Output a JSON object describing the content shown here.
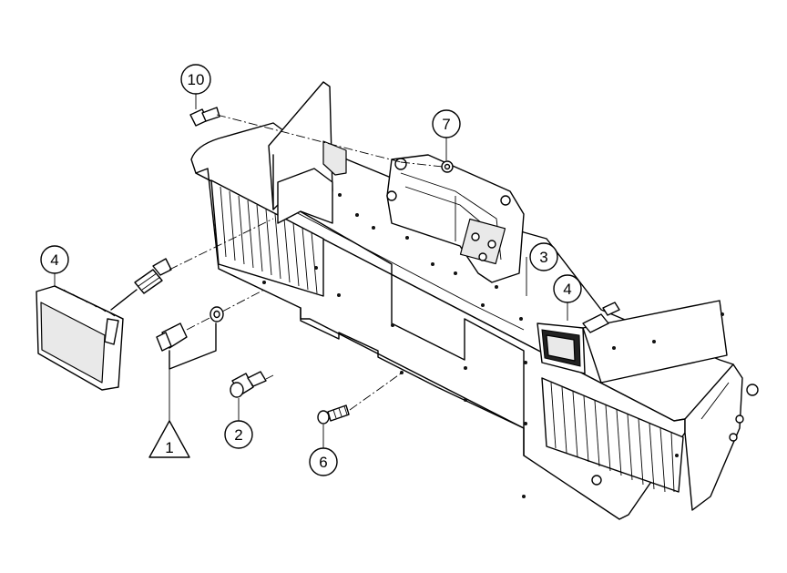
{
  "callouts": {
    "c10": "10",
    "c7": "7",
    "c3": "3",
    "c4_left": "4",
    "c4_right": "4",
    "c1": "1",
    "c2": "2",
    "c6": "6"
  }
}
